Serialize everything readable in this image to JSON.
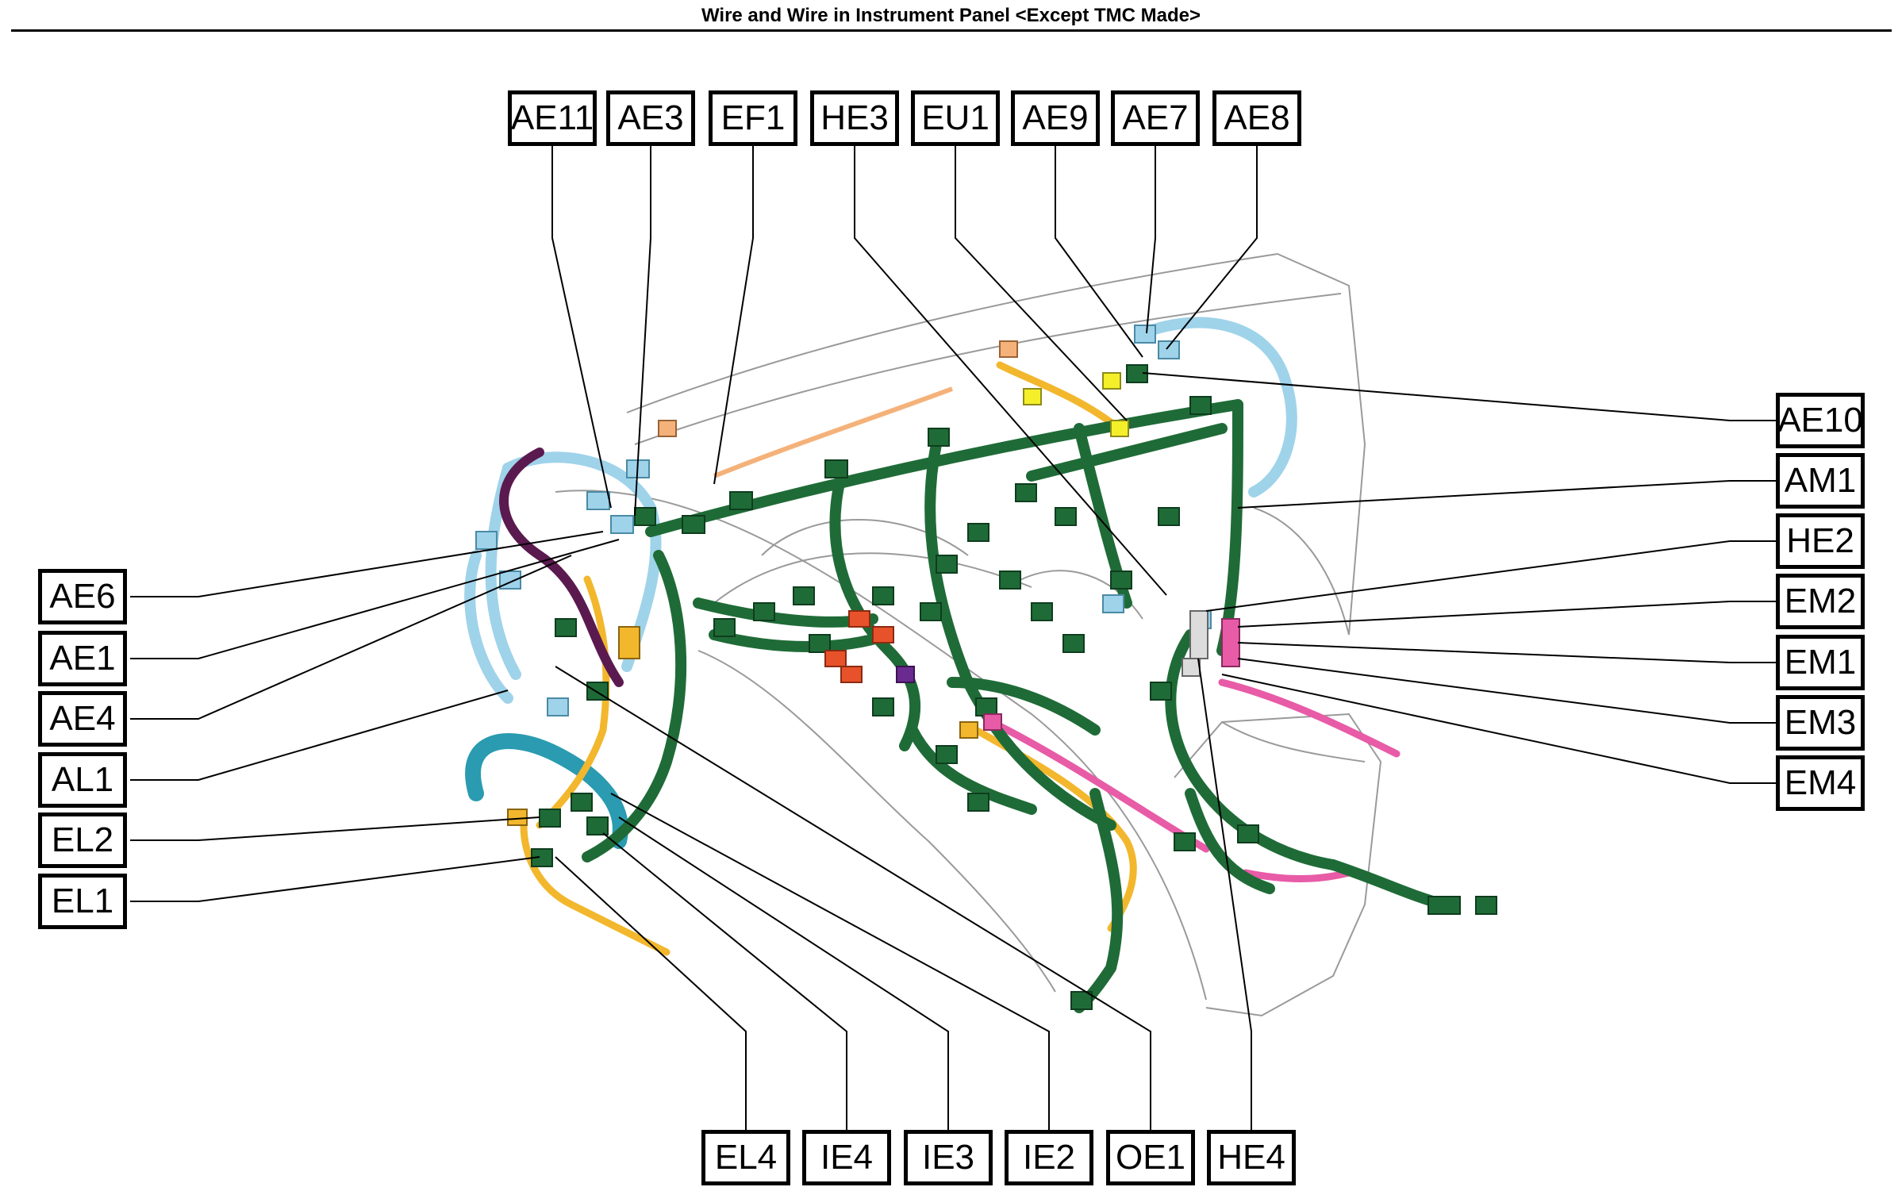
{
  "title": "Wire and Wire in Instrument Panel <Except TMC Made>",
  "labels": {
    "top": [
      "AE11",
      "AE3",
      "EF1",
      "HE3",
      "EU1",
      "AE9",
      "AE7",
      "AE8"
    ],
    "left": [
      "AE6",
      "AE1",
      "AE4",
      "AL1",
      "EL2",
      "EL1"
    ],
    "right": [
      "AE10",
      "AM1",
      "HE2",
      "EM2",
      "EM1",
      "EM3",
      "EM4"
    ],
    "bottom": [
      "EL4",
      "IE4",
      "IE3",
      "IE2",
      "OE1",
      "HE4"
    ]
  },
  "colors": {
    "harness_main": "#1f6b37",
    "harness_light_blue": "#9fd3ea",
    "harness_teal": "#2a9bb0",
    "harness_yellow": "#f2b72c",
    "harness_pink": "#e85ba7",
    "harness_purple": "#5b1a4f",
    "connector_orange": "#e8522a",
    "connector_peach": "#f4b27a",
    "connector_yellow": "#f5ef2a",
    "connector_violet": "#6a2a8f",
    "leader_line": "#000000"
  }
}
